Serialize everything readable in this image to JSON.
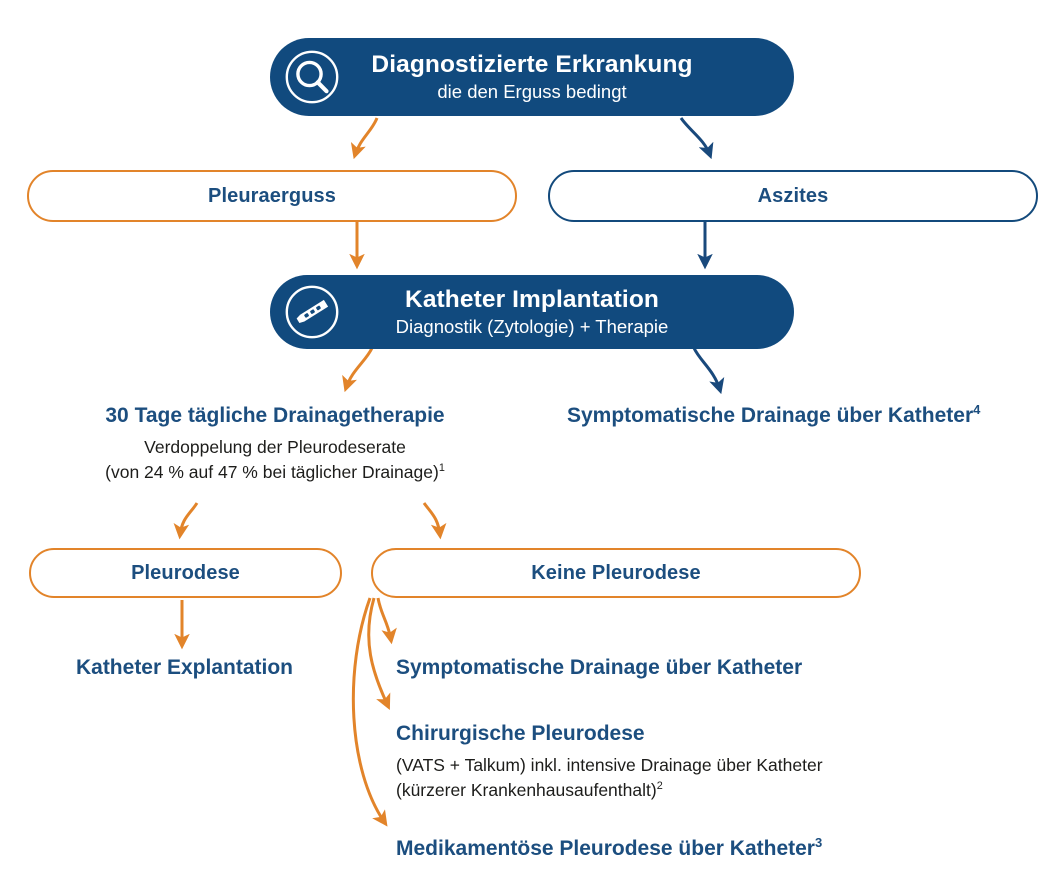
{
  "diagram": {
    "colors": {
      "blue_fill": "#114A7E",
      "blue_text": "#1C4E7F",
      "blue_border": "#134A7C",
      "orange": "#E2842A",
      "body_text": "#1D1D1B",
      "white": "#FFFFFF"
    },
    "nodes": {
      "diagnose": {
        "title": "Diagnostizierte Erkrankung",
        "subtitle": "die den Erguss bedingt",
        "icon": "magnifier-icon"
      },
      "pleuraerguss": {
        "label": "Pleuraerguss"
      },
      "aszites": {
        "label": "Aszites"
      },
      "katheter_implantation": {
        "title": "Katheter Implantation",
        "subtitle": "Diagnostik (Zytologie) + Therapie",
        "icon": "catheter-icon"
      },
      "drainagetherapie": {
        "heading": "30 Tage tägliche Drainagetherapie",
        "line1": "Verdoppelung der Pleurodeserate",
        "line2_pre": "(von 24 % auf 47 % bei täglicher Drainage)",
        "line2_sup": "1"
      },
      "symptomatische_drainage_top": {
        "heading_pre": "Symptomatische Drainage über Katheter",
        "heading_sup": "4"
      },
      "pleurodese": {
        "label": "Pleurodese"
      },
      "keine_pleurodese": {
        "label": "Keine Pleurodese"
      },
      "katheter_explantation": {
        "heading": "Katheter Explantation"
      },
      "symptomatische_drainage_bottom": {
        "heading": "Symptomatische Drainage über Katheter"
      },
      "chirurgische_pleurodese": {
        "heading": "Chirurgische Pleurodese",
        "line1": "(VATS + Talkum) inkl. intensive Drainage über Katheter",
        "line2_pre": "(kürzerer Krankenhausaufenthalt)",
        "line2_sup": "2"
      },
      "medikamentoese_pleurodese": {
        "heading_pre": "Medikamentöse Pleurodese über Katheter",
        "heading_sup": "3"
      }
    }
  }
}
